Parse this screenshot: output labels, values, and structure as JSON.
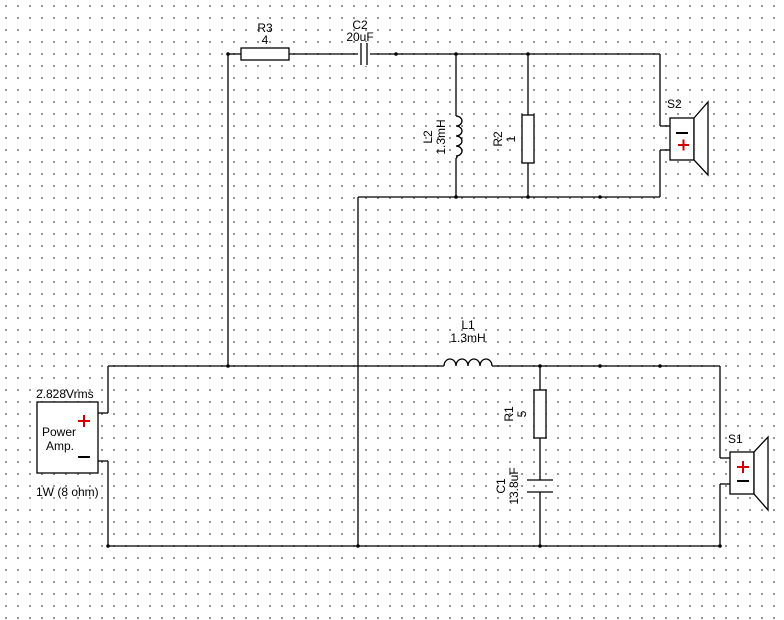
{
  "components": {
    "r3": {
      "ref": "R3",
      "value": "4"
    },
    "c2": {
      "ref": "C2",
      "value": "20uF"
    },
    "l2": {
      "ref": "L2",
      "value": "1.3mH"
    },
    "r2": {
      "ref": "R2",
      "value": "1"
    },
    "s2": {
      "ref": "S2"
    },
    "l1": {
      "ref": "L1",
      "value": "1.3mH"
    },
    "r1": {
      "ref": "R1",
      "value": "5"
    },
    "c1": {
      "ref": "C1",
      "value": "13.8uF"
    },
    "s1": {
      "ref": "S1"
    },
    "amp": {
      "voltage": "2.828Vrms",
      "label_line1": "Power",
      "label_line2": "Amp.",
      "rating": "1W (8 ohm)"
    }
  },
  "icons": {
    "plus": "plus-icon",
    "minus": "minus-icon",
    "speaker": "speaker-icon"
  },
  "colors": {
    "polarity_plus": "#d00000",
    "wire": "#000000"
  }
}
